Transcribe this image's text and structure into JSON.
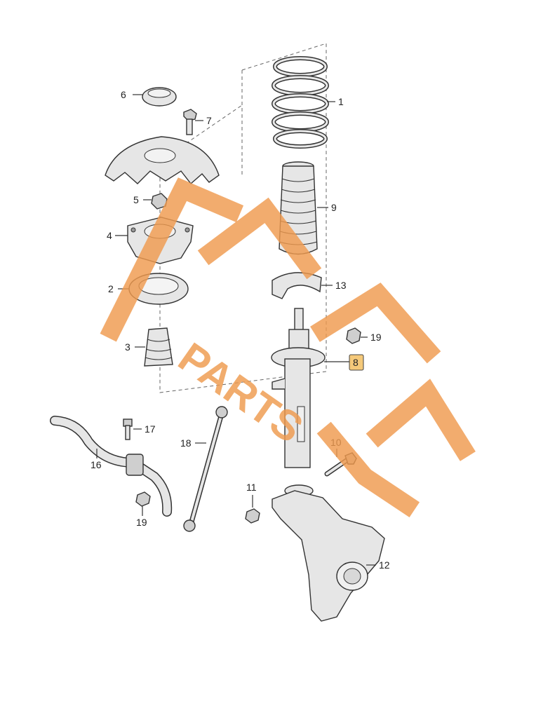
{
  "callouts": {
    "p1": "1",
    "p2": "2",
    "p3": "3",
    "p4": "4",
    "p5": "5",
    "p6": "6",
    "p7": "7",
    "p8": "8",
    "p9": "9",
    "p10": "10",
    "p11": "11",
    "p12": "12",
    "p13": "13",
    "p16": "16",
    "p17": "17",
    "p18": "18",
    "p19a": "19",
    "p19b": "19"
  },
  "highlight_color": "#f5c97a",
  "watermark": {
    "text": "PARTS",
    "color": "#ef9a4e"
  }
}
